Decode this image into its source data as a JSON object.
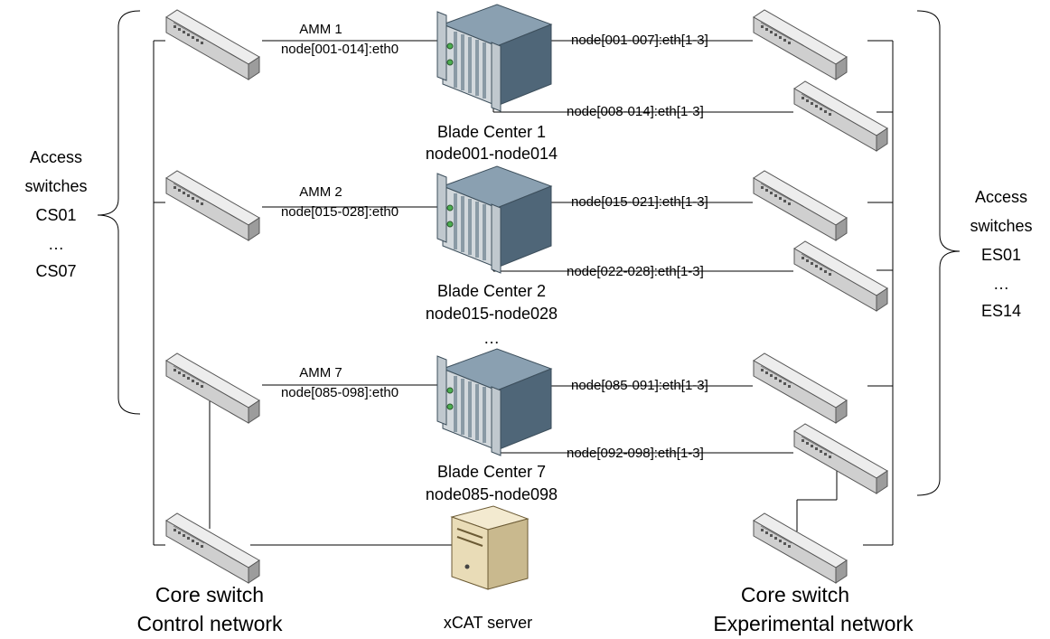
{
  "left_group": {
    "lines": [
      "Access",
      "switches",
      "CS01",
      "…",
      "CS07"
    ]
  },
  "right_group": {
    "lines": [
      "Access",
      "switches",
      "ES01",
      "…",
      "ES14"
    ]
  },
  "blade_centers": [
    {
      "amm": "AMM 1",
      "amm_link": "node[001-014]:eth0",
      "upper_link": "node[001-007]:eth[1-3]",
      "lower_link": "node[008-014]:eth[1-3]",
      "name": "Blade Center 1",
      "nodes": "node001-node014"
    },
    {
      "amm": "AMM 2",
      "amm_link": "node[015-028]:eth0",
      "upper_link": "node[015-021]:eth[1-3]",
      "lower_link": "node[022-028]:eth[1-3]",
      "name": "Blade Center 2",
      "nodes": "node015-node028"
    },
    {
      "amm": "AMM 7",
      "amm_link": "node[085-098]:eth0",
      "upper_link": "node[085-091]:eth[1-3]",
      "lower_link": "node[092-098]:eth[1-3]",
      "name": "Blade Center 7",
      "nodes": "node085-node098"
    }
  ],
  "ellipsis": "…",
  "core_control": {
    "line1": "Core switch",
    "line2": "Control network"
  },
  "core_experimental": {
    "line1": "Core switch",
    "line2": "Experimental network"
  },
  "xcat_server": "xCAT server",
  "icons": {
    "switch": "network-switch-icon",
    "blade": "blade-center-icon",
    "server": "tower-server-icon"
  },
  "colors": {
    "switch_body": "#e2e2e2",
    "blade_body": "#5b7487",
    "server_body": "#e9dcb7",
    "line": "#000000"
  }
}
